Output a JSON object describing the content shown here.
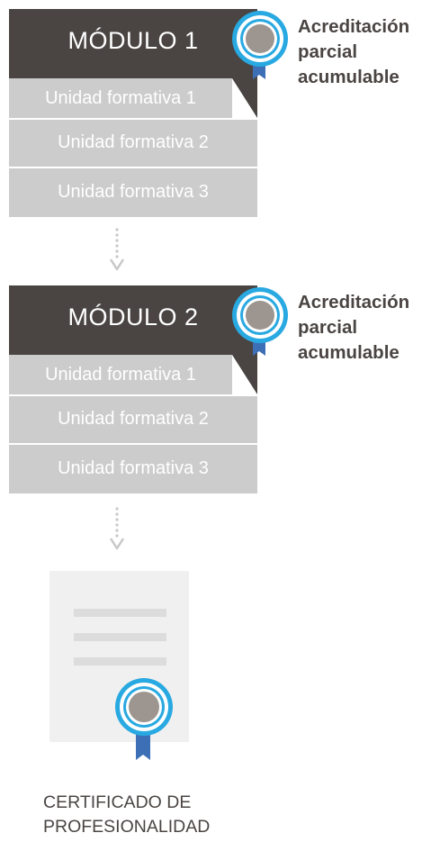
{
  "modules": [
    {
      "title": "MÓDULO 1",
      "units": [
        "Unidad formativa 1",
        "Unidad formativa 2",
        "Unidad formativa 3"
      ],
      "accreditation": [
        "Acreditación",
        "parcial",
        "acumulable"
      ]
    },
    {
      "title": "MÓDULO 2",
      "units": [
        "Unidad formativa 1",
        "Unidad formativa 2",
        "Unidad formativa 3"
      ],
      "accreditation": [
        "Acreditación",
        "parcial",
        "acumulable"
      ]
    }
  ],
  "certificate": {
    "label": [
      "CERTIFICADO DE",
      "PROFESIONALIDAD"
    ]
  },
  "colors": {
    "header_dark": "#4a4543",
    "unit_grey": "#cccccc",
    "badge_blue": "#29a9e1",
    "ribbon_blue": "#3d6fb6",
    "badge_grey": "#9d958f",
    "certificate_bg": "#f0f0f0"
  },
  "icons": {
    "badge": "award-badge-icon",
    "connector": "dotted-arrow-down-icon"
  }
}
